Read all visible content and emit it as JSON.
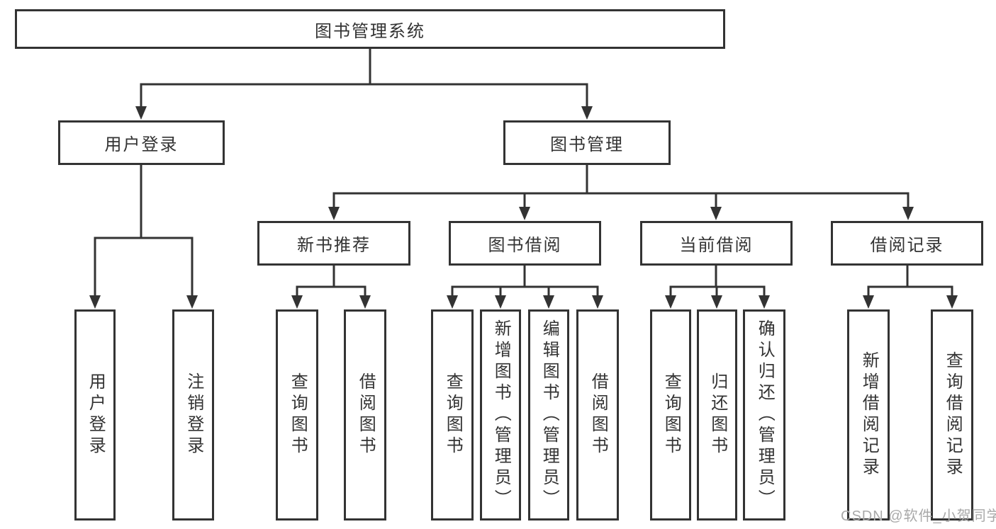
{
  "root": {
    "label": "图书管理系统"
  },
  "level2": {
    "user_login": {
      "label": "用户登录"
    },
    "book_mgmt": {
      "label": "图书管理"
    }
  },
  "level3": {
    "new_books": {
      "label": "新书推荐"
    },
    "book_borrow": {
      "label": "图书借阅"
    },
    "current_borrow": {
      "label": "当前借阅"
    },
    "borrow_records": {
      "label": "借阅记录"
    }
  },
  "leaves": {
    "user_login_1": {
      "label": "用户登录"
    },
    "user_login_2": {
      "label": "注销登录"
    },
    "new_books_1": {
      "label": "查询图书"
    },
    "new_books_2": {
      "label": "借阅图书"
    },
    "book_borrow_1": {
      "label": "查询图书"
    },
    "book_borrow_2": {
      "label": "新增图书（管理员）"
    },
    "book_borrow_3": {
      "label": "编辑图书（管理员）"
    },
    "book_borrow_4": {
      "label": "借阅图书"
    },
    "current_borrow_1": {
      "label": "查询图书"
    },
    "current_borrow_2": {
      "label": "归还图书"
    },
    "current_borrow_3": {
      "label": "确认归还（管理员）"
    },
    "borrow_records_1": {
      "label": "新增借阅记录"
    },
    "borrow_records_2": {
      "label": "查询借阅记录"
    }
  },
  "watermark": {
    "text": "CSDN @软件_小贺同学"
  },
  "colors": {
    "line": "#333333",
    "box_border": "#333333",
    "text": "#333333",
    "watermark": "#a9a9a9",
    "background": "#ffffff"
  }
}
